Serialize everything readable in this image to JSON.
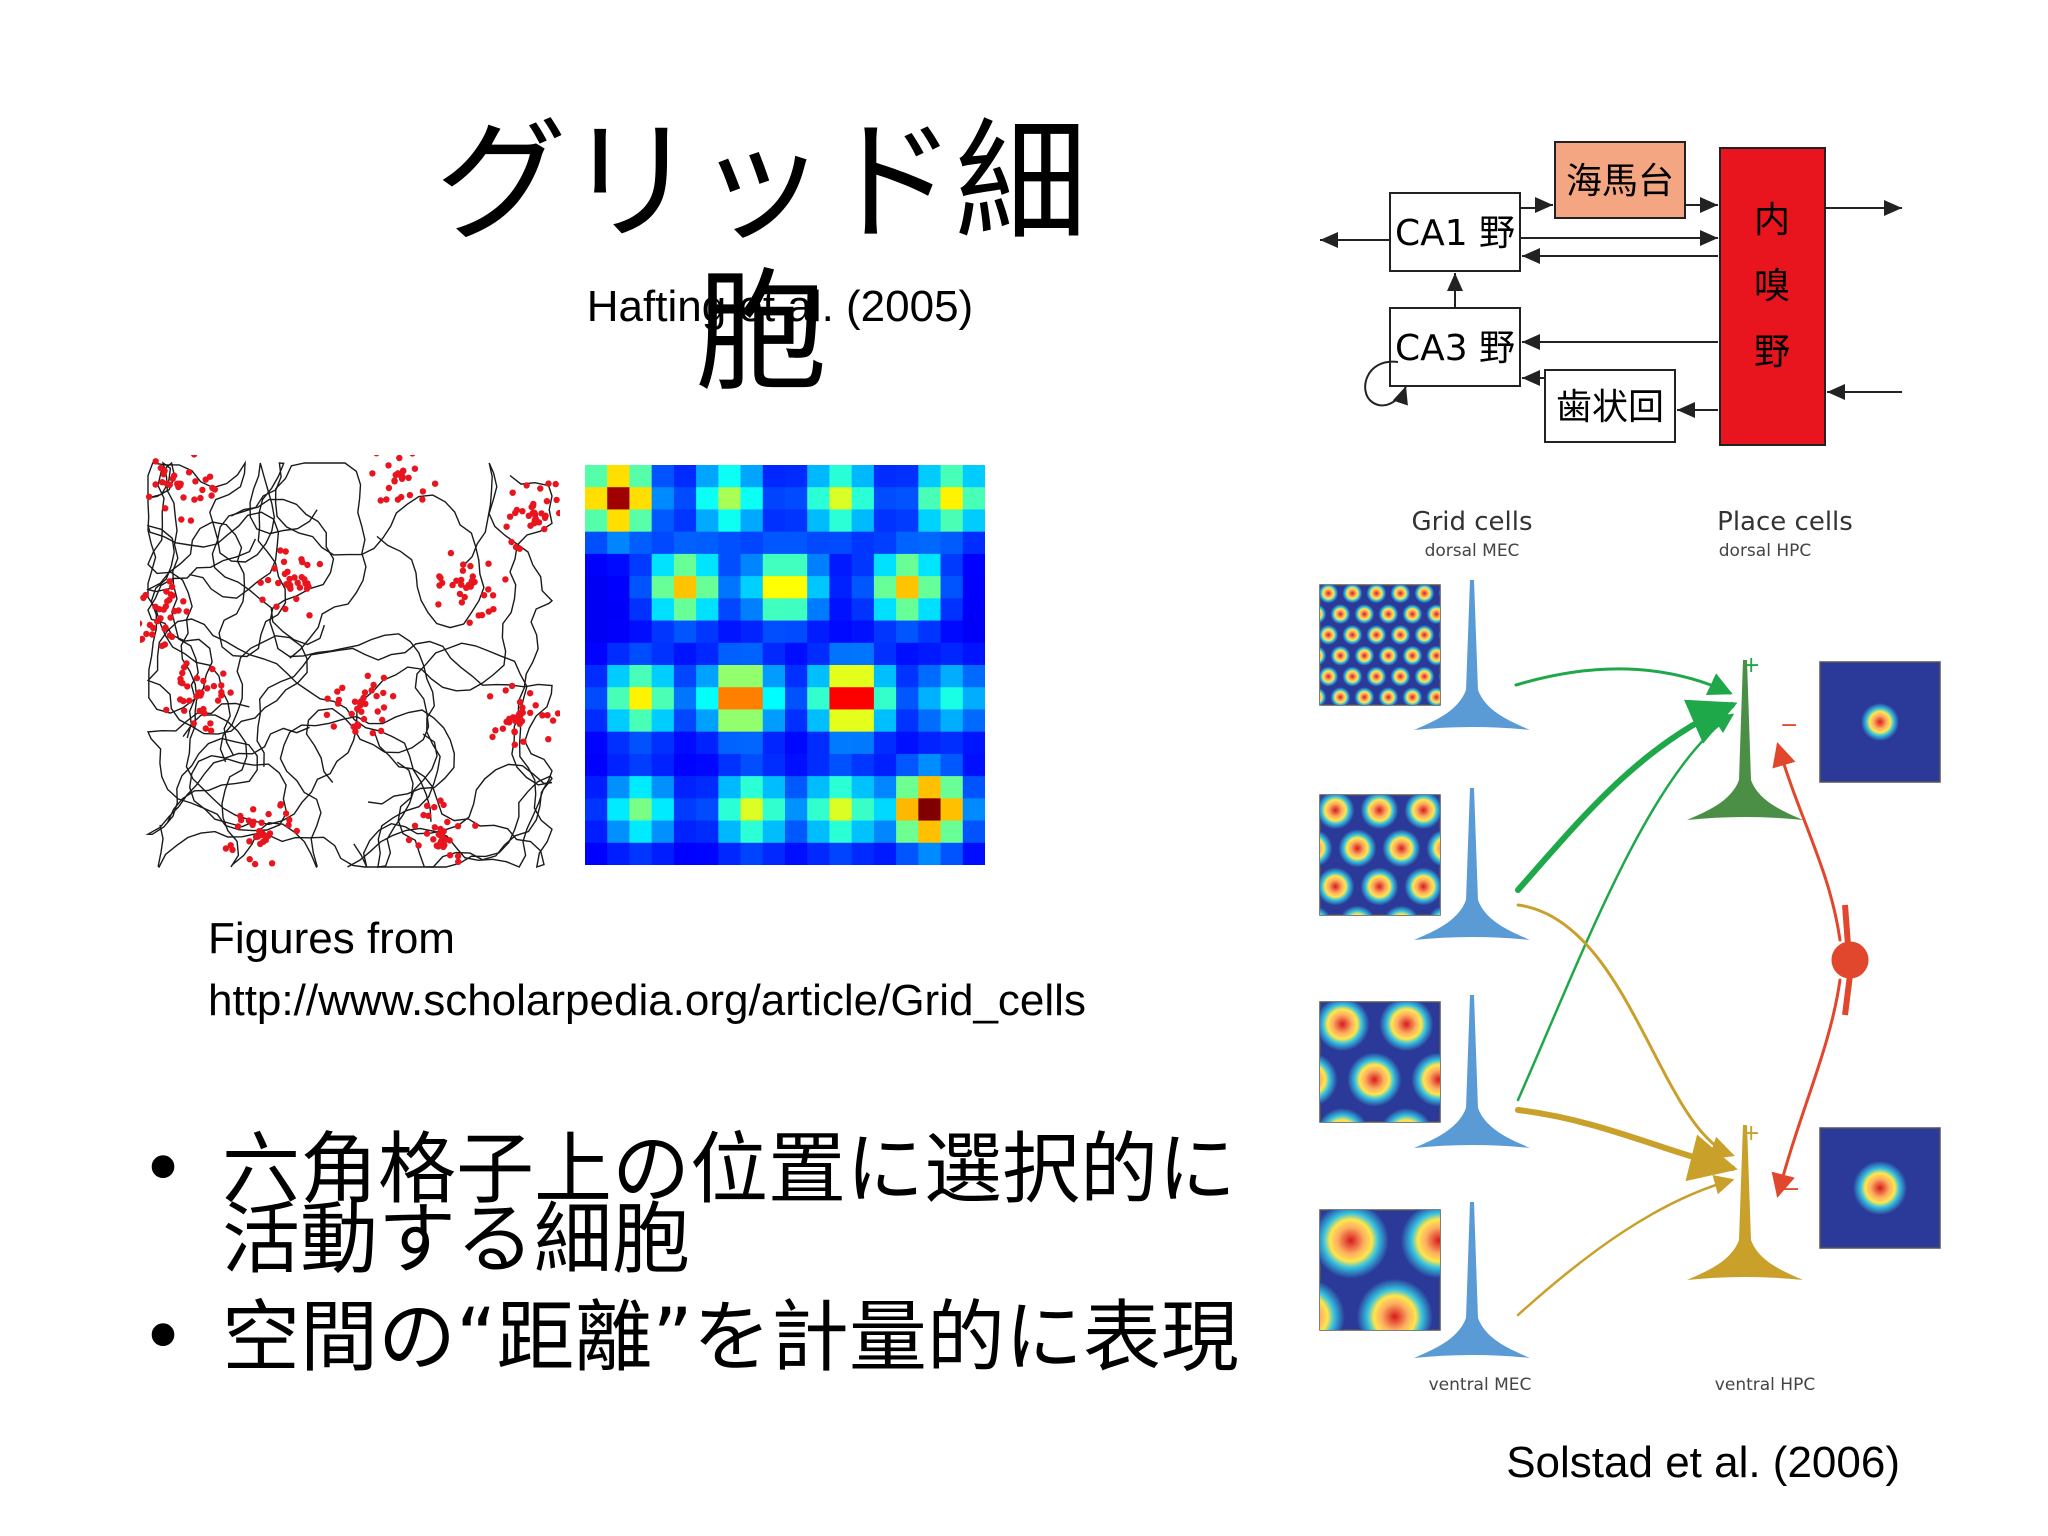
{
  "slide": {
    "title": "グリッド細胞",
    "citation_top": "Hafting et al. (2005)",
    "citation_bottom": "Solstad et al. (2006)",
    "figures_from_label": "Figures from",
    "figures_from_url": "http://www.scholarpedia.org/article/Grid_cells",
    "bullet_symbol": "•",
    "bullets": [
      "六角格子上の位置に選択的に活動する細胞",
      "空間の“距離”を計量的に表現"
    ]
  },
  "circuit": {
    "ca1": "CA1 野",
    "ca3": "CA3 野",
    "subiculum": "海馬台",
    "dentate": "歯状回",
    "ec": [
      "内",
      "嗅",
      "野"
    ],
    "colors": {
      "subiculum": "#f4a582",
      "ec": "#e8141e"
    }
  },
  "model": {
    "grid_header": "Grid cells",
    "grid_sub": "dorsal MEC",
    "place_header": "Place cells",
    "place_sub": "dorsal HPC",
    "ventral_mec": "ventral MEC",
    "ventral_hpc": "ventral HPC",
    "plus": "+",
    "minus": "−",
    "colors": {
      "grid_cell": "#5b9bd5",
      "place_top": "#4a8f45",
      "place_bottom": "#c9a02a",
      "inhib": "#e0472c",
      "excite_green": "#1fa84a",
      "excite_gold": "#c9a02a"
    }
  }
}
